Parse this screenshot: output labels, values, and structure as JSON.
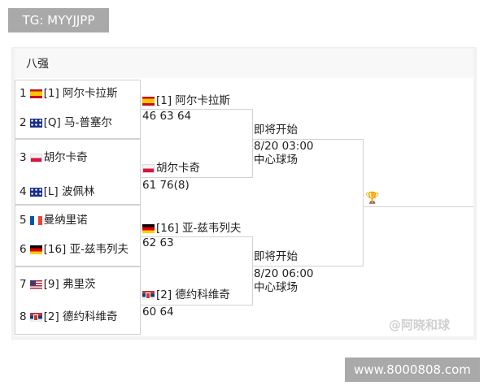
{
  "watermark_tag": "TG: MYYJJPP",
  "site_tag": "www.8000808.com",
  "source_watermark": "@阿晓和球",
  "title": "八强",
  "round1": [
    {
      "pos": "1",
      "flag": "es",
      "name": "[1] 阿尔卡拉斯"
    },
    {
      "pos": "2",
      "flag": "au",
      "name": "[Q] 马-普塞尔"
    },
    {
      "pos": "3",
      "flag": "pl",
      "name": "胡尔卡奇"
    },
    {
      "pos": "4",
      "flag": "au",
      "name": "[L] 波佩林"
    },
    {
      "pos": "5",
      "flag": "fr",
      "name": "曼纳里诺"
    },
    {
      "pos": "6",
      "flag": "de",
      "name": "[16] 亚-兹韦列夫"
    },
    {
      "pos": "7",
      "flag": "us",
      "name": "[9] 弗里茨"
    },
    {
      "pos": "8",
      "flag": "rs",
      "name": "[2] 德约科维奇"
    }
  ],
  "round2": [
    {
      "flag": "es",
      "name": "[1] 阿尔卡拉斯",
      "score": "46 63 64"
    },
    {
      "flag": "pl",
      "name": "胡尔卡奇",
      "score": "61 76(8)"
    },
    {
      "flag": "de",
      "name": "[16] 亚-兹韦列夫",
      "score": "62 63"
    },
    {
      "flag": "rs",
      "name": "[2] 德约科维奇",
      "score": "60 64"
    }
  ],
  "semis": [
    {
      "status": "即将开始",
      "time": "8/20 03:00",
      "court": "中心球场"
    },
    {
      "status": "即将开始",
      "time": "8/20 06:00",
      "court": "中心球场"
    }
  ],
  "final_icon": "trophy-icon"
}
